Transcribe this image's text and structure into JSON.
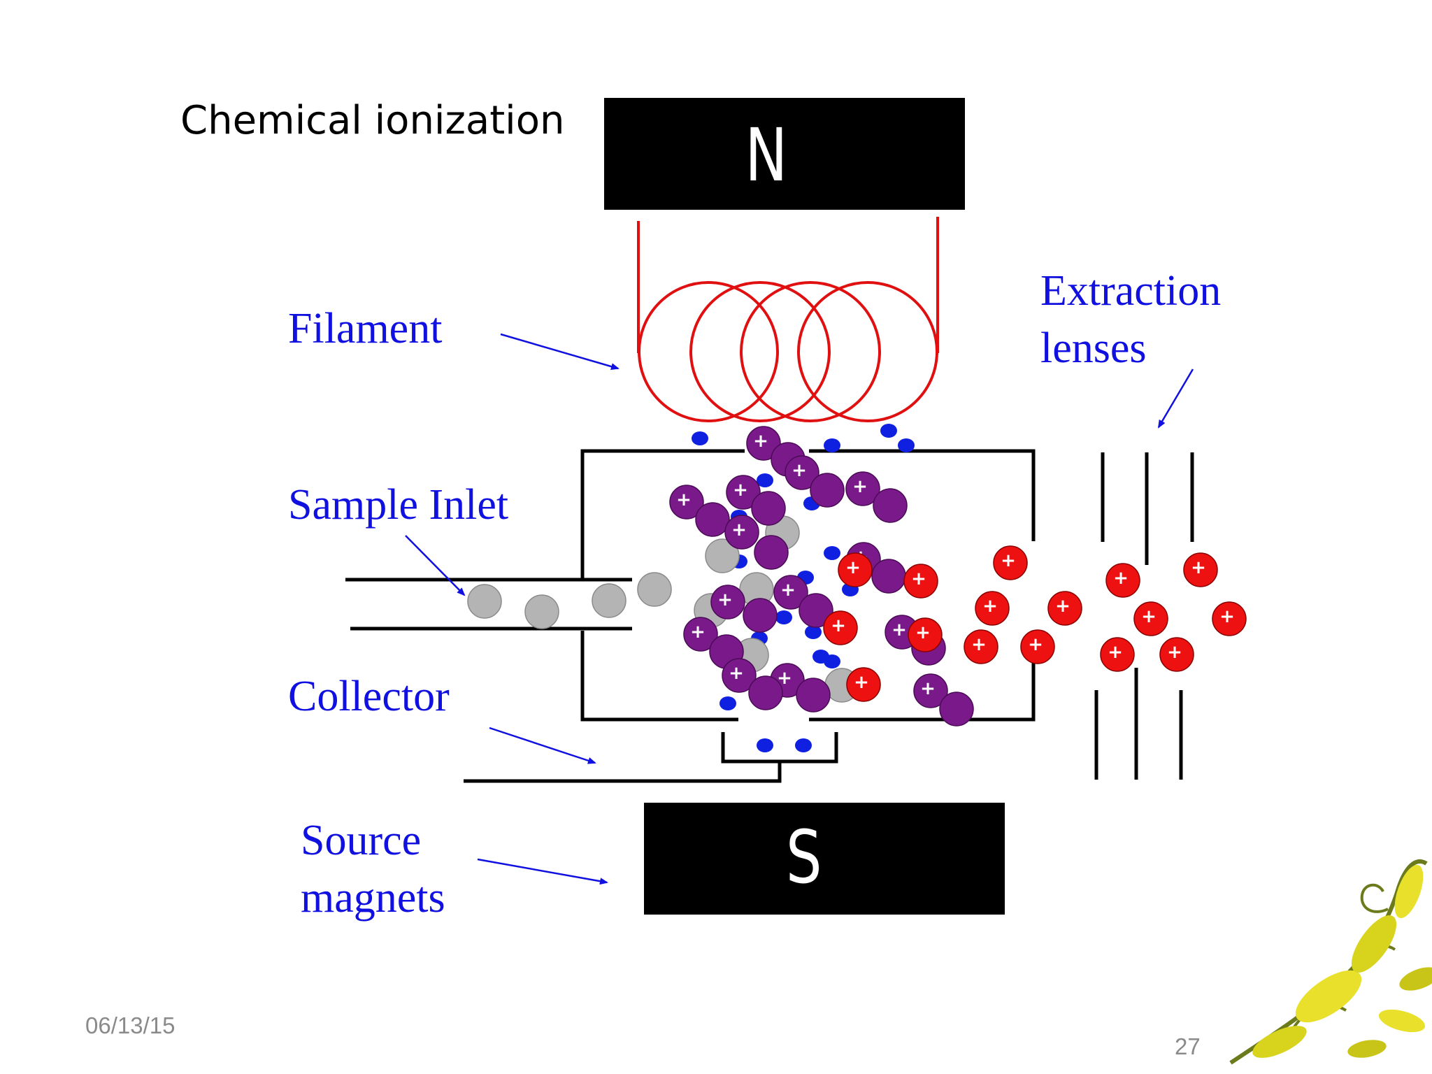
{
  "slide": {
    "title": "Chemical ionization",
    "footer_date": "06/13/15",
    "page_number": "27"
  },
  "diagram": {
    "magnet_north": "N",
    "magnet_south": "S",
    "plus_sign": "+",
    "labels": {
      "filament": "Filament",
      "sample_inlet": "Sample Inlet",
      "collector": "Collector",
      "source_magnets_line1": "Source",
      "source_magnets_line2": "magnets",
      "extraction_lenses_line1": "Extraction",
      "extraction_lenses_line2": "lenses"
    }
  },
  "colors": {
    "label_blue": "#1010e0",
    "filament_red": "#e01010",
    "reagent_ion_purple": "#7a1a8a",
    "product_ion_red": "#ee1111",
    "electron_blue": "#1020e0",
    "neutral_gray": "#b4b4b4"
  }
}
